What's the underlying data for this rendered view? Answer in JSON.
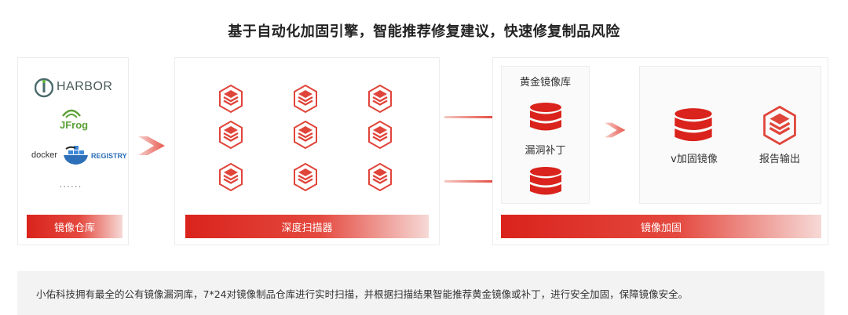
{
  "title": "基于自动化加固引擎，智能推荐修复建议，快速修复制品风险",
  "repo": {
    "logos": [
      "HARBOR",
      "JFrog",
      "docker",
      "REGISTRY"
    ],
    "ellipsis": "......",
    "bar_label": "镜像仓库"
  },
  "scanner": {
    "bar_label": "深度扫描器"
  },
  "hardening": {
    "golden_title": "黄金镜像库",
    "patch_label": "漏洞补丁",
    "hardened_label": "v加固镜像",
    "report_label": "报告输出",
    "bar_label": "镜像加固"
  },
  "description": "小佑科技拥有最全的公有镜像漏洞库，7*24对镜像制品仓库进行实时扫描，并根据扫描结果智能推荐黄金镜像或补丁，进行安全加固，保障镜像安全。",
  "colors": {
    "accent": "#d9231c",
    "accent_light": "#e13c30"
  }
}
